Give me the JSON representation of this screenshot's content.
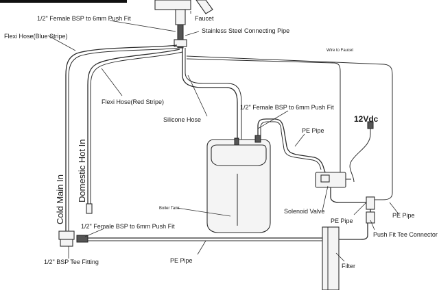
{
  "labels": {
    "faucet": "Faucet",
    "female_bsp_top": "1/2\" Female BSP to 6mm Push Fit",
    "stainless_pipe": "Stainless Steel Connecting Pipe",
    "flexi_blue": "Flexi Hose(Blue Stripe)",
    "wire_to_faucet": "Wire to Faucet",
    "flexi_red": "Flexi Hose(Red Stripe)",
    "female_bsp_mid": "1/2\" Female BSP to 6mm Push Fit",
    "silicone_hose": "Silicone Hose",
    "pe_pipe_upper": "PE Pipe",
    "voltage": "12Vdc",
    "domestic_hot_in": "Domestic Hot In",
    "cold_main_in": "Cold Main In",
    "boiler_tank": "Boiler Tank",
    "solenoid_valve": "Solenoid Valve",
    "pe_pipe_right_a": "PE Pipe",
    "pe_pipe_right_b": "PE Pipe",
    "push_fit_tee": "Push Fit Tee Connector",
    "female_bsp_bottom": "1/2\" Female BSP to 6mm Push Fit",
    "bsp_tee_fitting": "1/2\" BSP Tee Fitting",
    "pe_pipe_bottom": "PE Pipe",
    "filter": "Filter"
  }
}
